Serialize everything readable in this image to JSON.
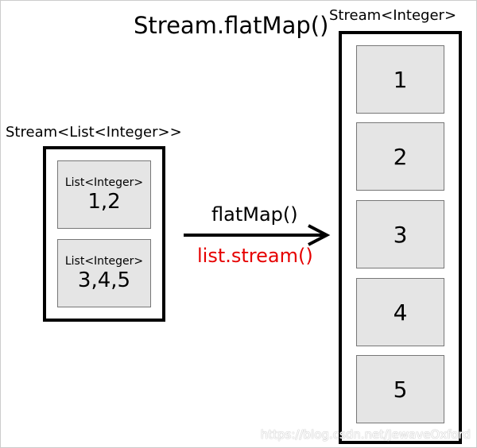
{
  "title": "Stream.flatMap()",
  "left_stream": {
    "label": "Stream<List<Integer>>",
    "items": [
      {
        "type": "List<Integer>",
        "values": "1,2"
      },
      {
        "type": "List<Integer>",
        "values": "3,4,5"
      }
    ]
  },
  "operation": {
    "name": "flatMap()",
    "detail": "list.stream()"
  },
  "right_stream": {
    "label": "Stream<Integer>",
    "items": [
      "1",
      "2",
      "3",
      "4",
      "5"
    ]
  },
  "watermark": "https://blog.csdn.net/JewaveOxford",
  "colors": {
    "cell_fill": "#e5e5e5",
    "detail_text": "#e60000",
    "border": "#000000"
  }
}
